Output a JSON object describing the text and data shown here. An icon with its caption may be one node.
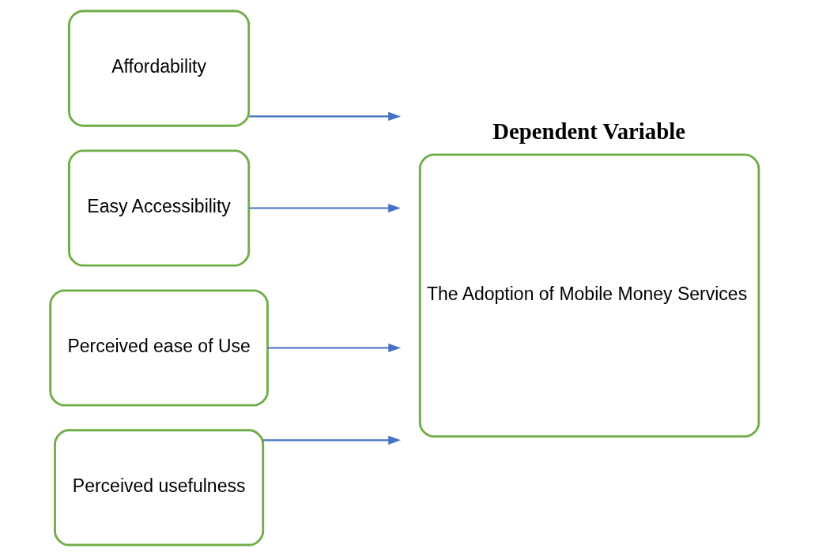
{
  "diagram": {
    "nodes": [
      {
        "text": [
          "Affordability"
        ]
      },
      {
        "text": [
          "Easy Accessibility"
        ]
      },
      {
        "text": [
          "Perceived ease of Use"
        ]
      },
      {
        "text": [
          "Perceived usefulness"
        ]
      },
      {
        "text": [
          "Dependent Variable",
          "The Adoption of Mobile Money Services"
        ]
      }
    ],
    "edges": [
      {
        "from": 0,
        "to": 4,
        "arrow": "to"
      },
      {
        "from": 1,
        "to": 4,
        "arrow": "to"
      },
      {
        "from": 2,
        "to": 4,
        "arrow": "to"
      },
      {
        "from": 3,
        "to": 4,
        "arrow": "to"
      }
    ]
  }
}
